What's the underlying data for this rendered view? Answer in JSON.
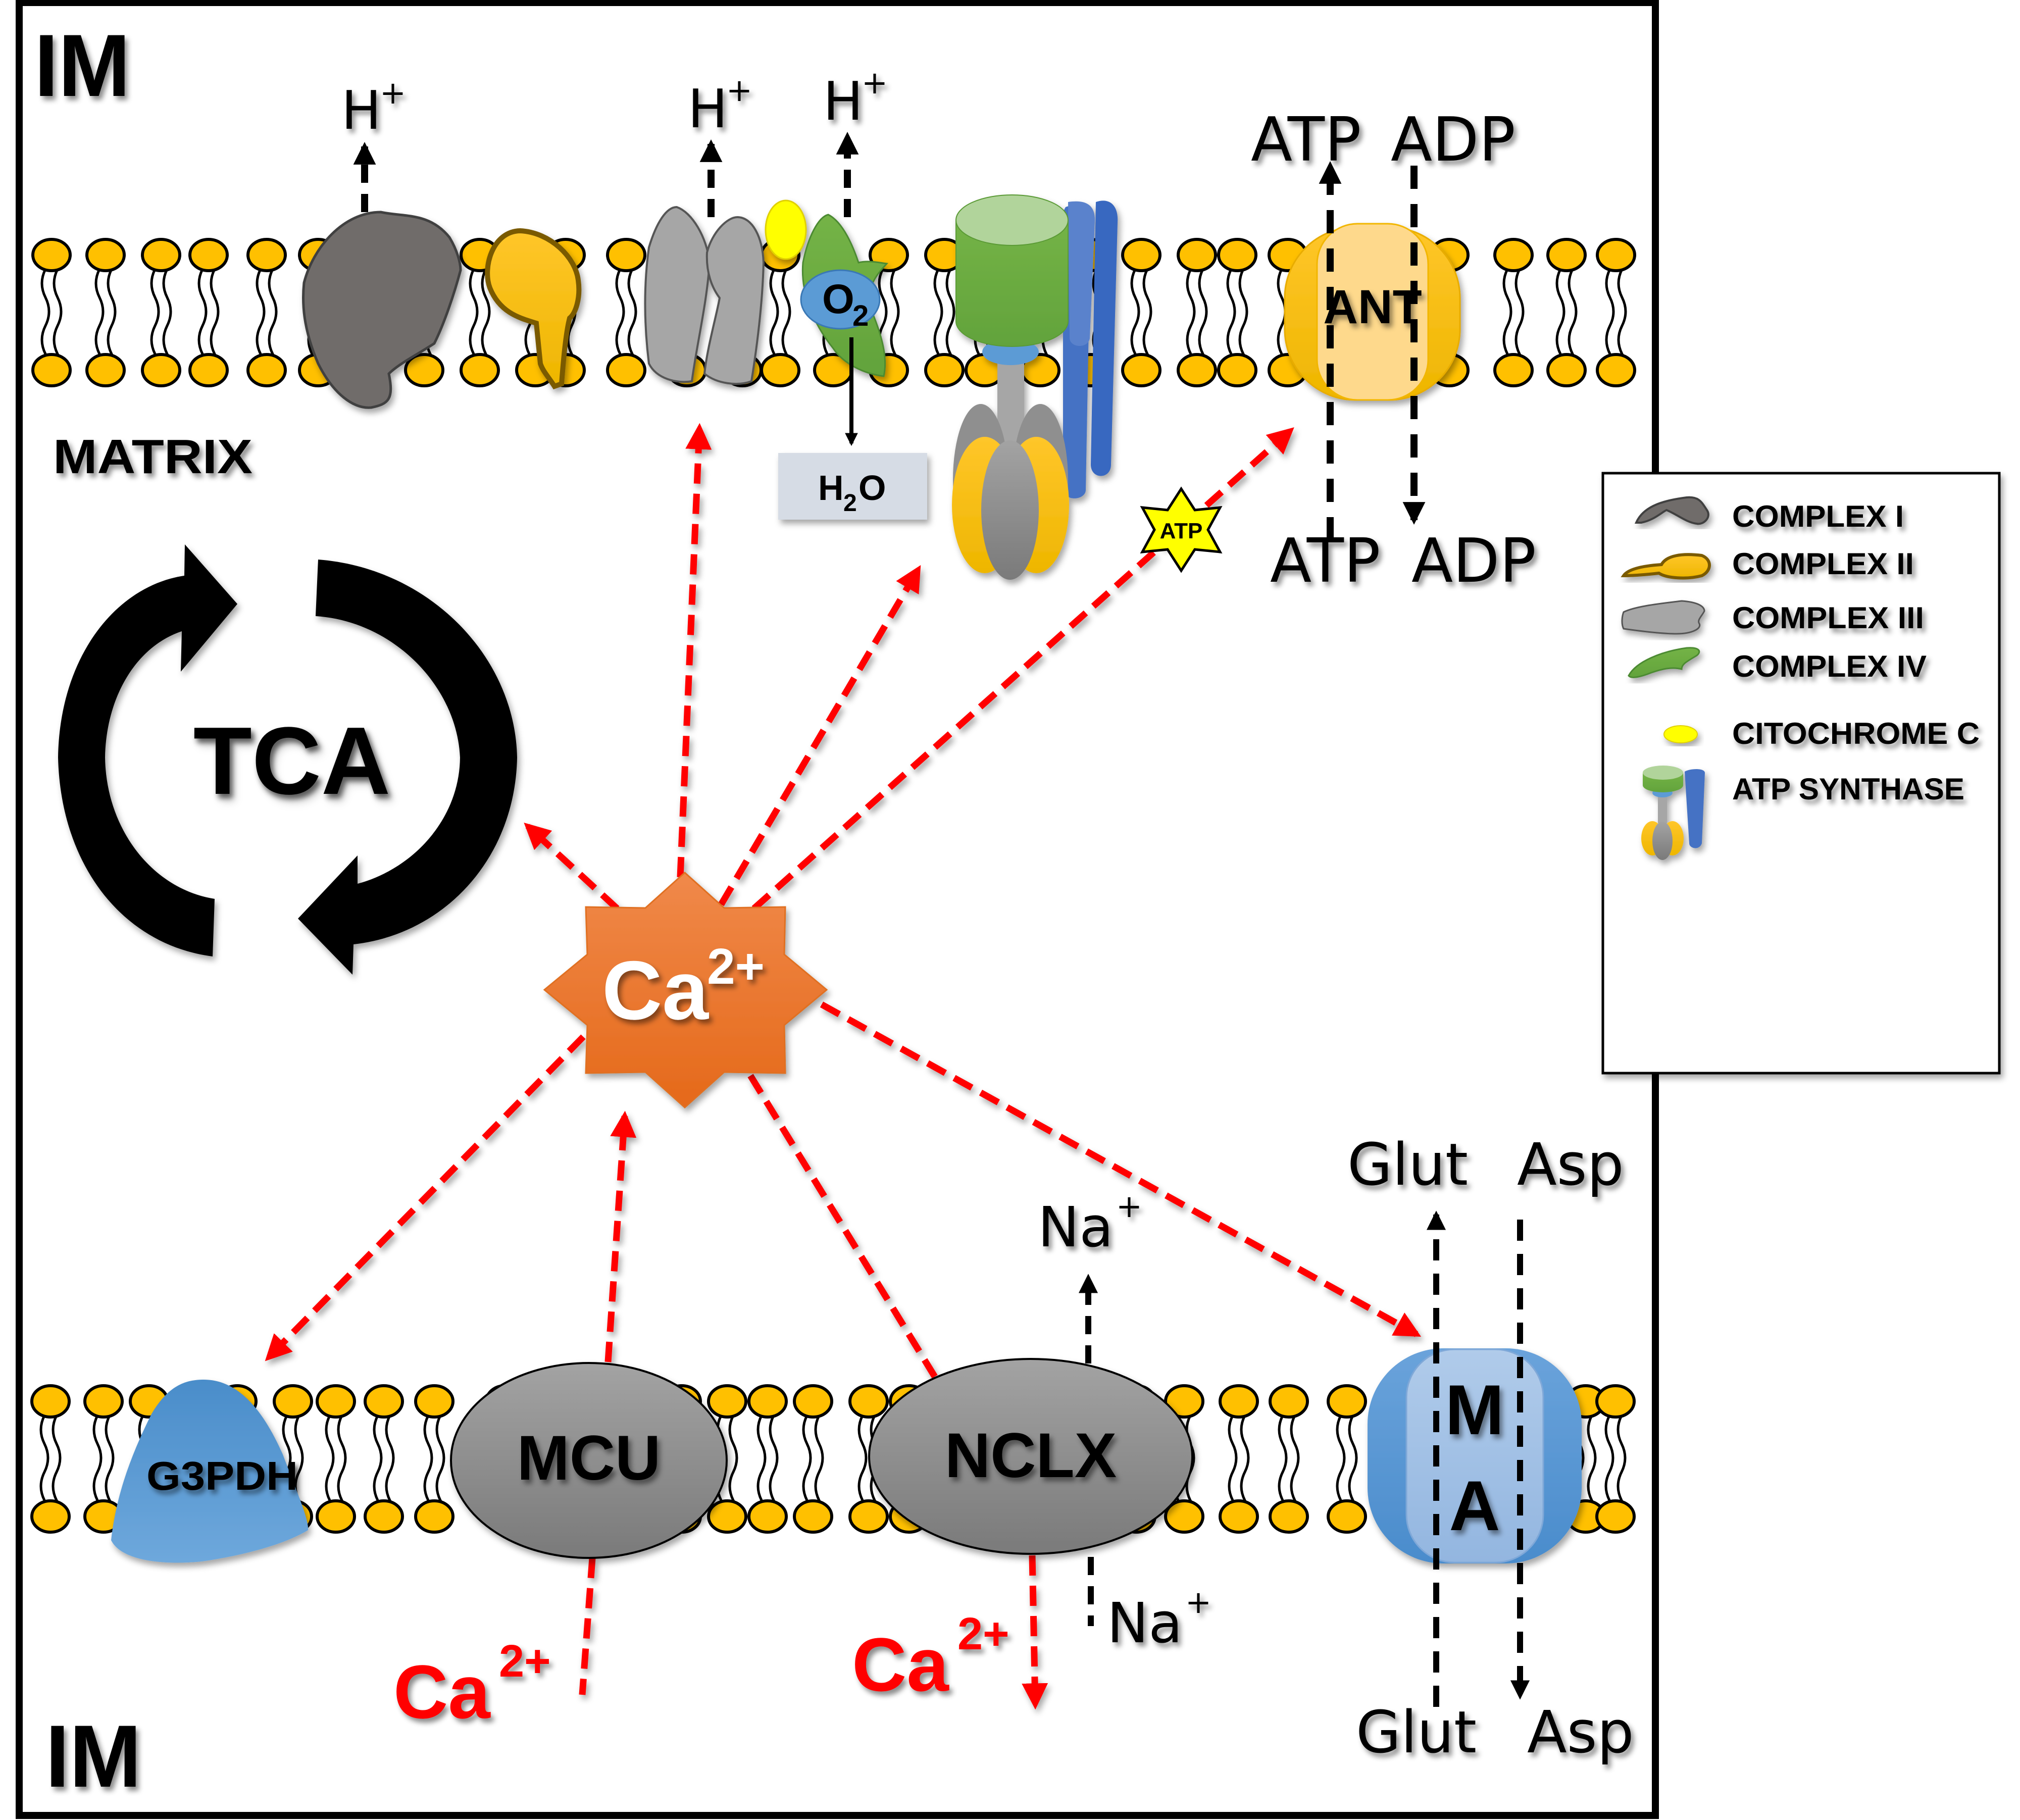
{
  "regions": {
    "im_top": "IM",
    "im_bottom": "IM",
    "matrix": "MATRIX"
  },
  "cycle": {
    "label": "TCA"
  },
  "center_ion": {
    "base": "Ca",
    "charge": "2+"
  },
  "top_membrane": {
    "complex_i_product": {
      "base": "H",
      "charge": "+"
    },
    "complex_iii_product": {
      "base": "H",
      "charge": "+"
    },
    "complex_iv_product": {
      "base": "H",
      "charge": "+"
    },
    "o2": {
      "base": "O",
      "sub": "2"
    },
    "water": {
      "base": "H",
      "sub": "2",
      "tail": "O"
    },
    "atp_badge": "ATP",
    "ant": {
      "label": "ANT",
      "top_left": "ATP",
      "top_right": "ADP",
      "bottom_left": "ATP",
      "bottom_right": "ADP"
    }
  },
  "bottom_membrane": {
    "g3pdh": "G3PDH",
    "mcu": "MCU",
    "nclx": "NCLX",
    "ma": {
      "line1": "M",
      "line2": "A"
    },
    "na_top": {
      "base": "Na",
      "charge": "+"
    },
    "na_bottom": {
      "base": "Na",
      "charge": "+"
    },
    "ca_in": {
      "base": "Ca",
      "charge": "2+"
    },
    "ca_out": {
      "base": "Ca",
      "charge": "2+"
    },
    "glut_top": "Glut",
    "asp_top": "Asp",
    "glut_bottom": "Glut",
    "asp_bottom": "Asp"
  },
  "legend": {
    "items": [
      {
        "icon": "complex-i-icon",
        "label": "COMPLEX I"
      },
      {
        "icon": "complex-ii-icon",
        "label": "COMPLEX II"
      },
      {
        "icon": "complex-iii-icon",
        "label": "COMPLEX III"
      },
      {
        "icon": "complex-iv-icon",
        "label": "COMPLEX IV"
      },
      {
        "icon": "cytochrome-c-icon",
        "label": "CITOCHROME C"
      },
      {
        "icon": "atp-synthase-icon",
        "label": "ATP SYNTHASE"
      }
    ]
  },
  "colors": {
    "lipid_head": "#ffc000",
    "regulation_arrow": "#ff0000",
    "calcium_star": "#ed7d31",
    "complex_i": "#706c6b",
    "complex_ii": "#f5bd00",
    "complex_iii": "#a0a0a0",
    "complex_iv": "#6aac44",
    "cytochrome_c": "#ffff00",
    "atp_synthase_fo": "#70ad47",
    "atp_synthase_stator": "#4472c4",
    "ant": "#ffc000",
    "g3pdh": "#5b9bd5",
    "transporter_grey": "#8f8f8f",
    "ma": "#5b9bd5"
  }
}
